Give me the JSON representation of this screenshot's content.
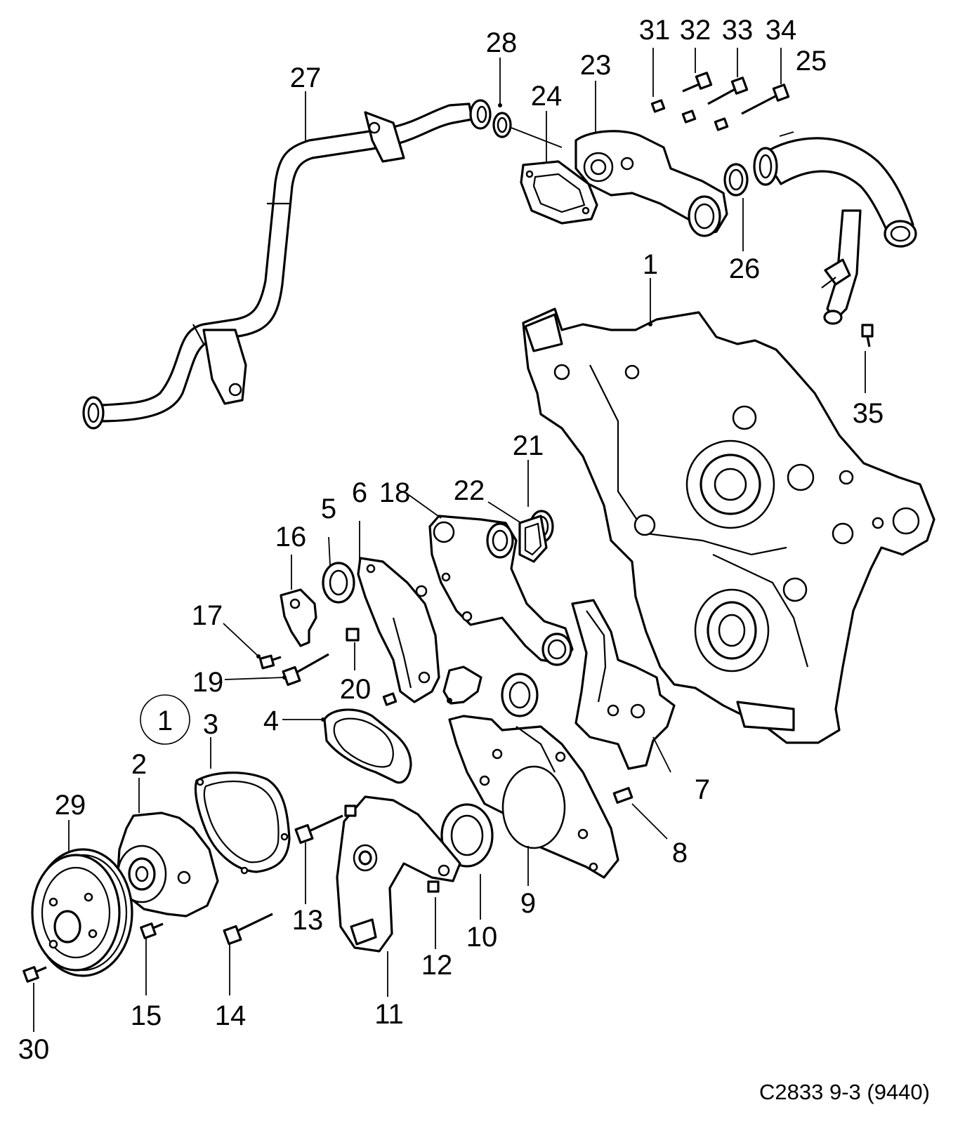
{
  "diagram_code": "C2833 9-3 (9440)",
  "circled_reference": "1",
  "callouts": [
    {
      "id": "p1",
      "text": "1"
    },
    {
      "id": "p2",
      "text": "2"
    },
    {
      "id": "p3",
      "text": "3"
    },
    {
      "id": "p4",
      "text": "4"
    },
    {
      "id": "p5",
      "text": "5"
    },
    {
      "id": "p6",
      "text": "6"
    },
    {
      "id": "p7",
      "text": "7"
    },
    {
      "id": "p8",
      "text": "8"
    },
    {
      "id": "p9",
      "text": "9"
    },
    {
      "id": "p10",
      "text": "10"
    },
    {
      "id": "p11",
      "text": "11"
    },
    {
      "id": "p12",
      "text": "12"
    },
    {
      "id": "p13",
      "text": "13"
    },
    {
      "id": "p14",
      "text": "14"
    },
    {
      "id": "p15",
      "text": "15"
    },
    {
      "id": "p16",
      "text": "16"
    },
    {
      "id": "p17",
      "text": "17"
    },
    {
      "id": "p18",
      "text": "18"
    },
    {
      "id": "p19",
      "text": "19"
    },
    {
      "id": "p20",
      "text": "20"
    },
    {
      "id": "p21",
      "text": "21"
    },
    {
      "id": "p22",
      "text": "22"
    },
    {
      "id": "p23",
      "text": "23"
    },
    {
      "id": "p24",
      "text": "24"
    },
    {
      "id": "p25",
      "text": "25"
    },
    {
      "id": "p26",
      "text": "26"
    },
    {
      "id": "p27",
      "text": "27"
    },
    {
      "id": "p28",
      "text": "28"
    },
    {
      "id": "p29",
      "text": "29"
    },
    {
      "id": "p30",
      "text": "30"
    },
    {
      "id": "p31",
      "text": "31"
    },
    {
      "id": "p32",
      "text": "32"
    },
    {
      "id": "p33",
      "text": "33"
    },
    {
      "id": "p34",
      "text": "34"
    },
    {
      "id": "p35",
      "text": "35"
    }
  ]
}
